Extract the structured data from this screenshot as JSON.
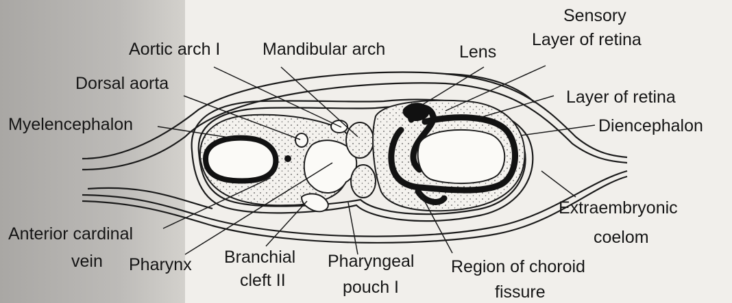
{
  "figure": {
    "labels": {
      "aortic_arch": "Aortic arch I",
      "mandibular_arch": "Mandibular arch",
      "lens": "Lens",
      "sensory_line1": "Sensory",
      "sensory_line2": "Layer of retina",
      "dorsal_aorta": "Dorsal aorta",
      "layer_retina": "Layer of retina",
      "myelencephalon": "Myelencephalon",
      "diencephalon": "Diencephalon",
      "extraembryonic_line1": "Extraembryonic",
      "extraembryonic_line2": "coelom",
      "anterior_cardinal_line1": "Anterior cardinal",
      "anterior_cardinal_line2": "vein",
      "pharynx": "Pharynx",
      "branchial_line1": "Branchial",
      "branchial_line2": "cleft II",
      "pharyngeal_line1": "Pharyngeal",
      "pharyngeal_line2": "pouch I",
      "choroid_line1": "Region of choroid",
      "choroid_line2": "fissure"
    }
  }
}
